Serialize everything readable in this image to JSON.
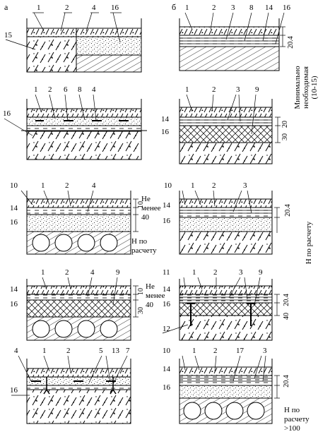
{
  "panel_labels": {
    "left": "а",
    "right": "б"
  },
  "min_note": [
    "Минимально",
    "необходимая",
    "(10-15)"
  ],
  "dimensions": {
    "d20_4": "20.4",
    "d10": "10",
    "d20": "20",
    "d30": "30",
    "d40": "40"
  },
  "notes": {
    "ne_menee": [
      "Не",
      "менее",
      "40"
    ],
    "h_po_raschetu": [
      "Н по",
      "расчету"
    ],
    "h_po_raschetu_vert": "Н по расчету",
    "h_po_raschetu_100": [
      "Н по",
      "расчету",
      ">100"
    ]
  },
  "callouts": {
    "a1": [
      "1",
      "2",
      "4",
      "16",
      "15"
    ],
    "b1": [
      "1",
      "2",
      "3",
      "8",
      "14",
      "16"
    ],
    "a2": [
      "1",
      "2",
      "6",
      "8",
      "4",
      "16"
    ],
    "b2": [
      "1",
      "2",
      "3",
      "9",
      "14",
      "16"
    ],
    "a3": [
      "10",
      "1",
      "2",
      "4",
      "14",
      "16"
    ],
    "b3": [
      "10",
      "1",
      "2",
      "3",
      "14",
      "16"
    ],
    "a4": [
      "1",
      "2",
      "4",
      "9",
      "14",
      "16"
    ],
    "b4": [
      "11",
      "1",
      "2",
      "3",
      "9",
      "14",
      "16",
      "12"
    ],
    "a5": [
      "4",
      "1",
      "2",
      "5",
      "13",
      "7",
      "16"
    ],
    "b5": [
      "10",
      "1",
      "2",
      "17",
      "3",
      "14",
      "16"
    ]
  }
}
